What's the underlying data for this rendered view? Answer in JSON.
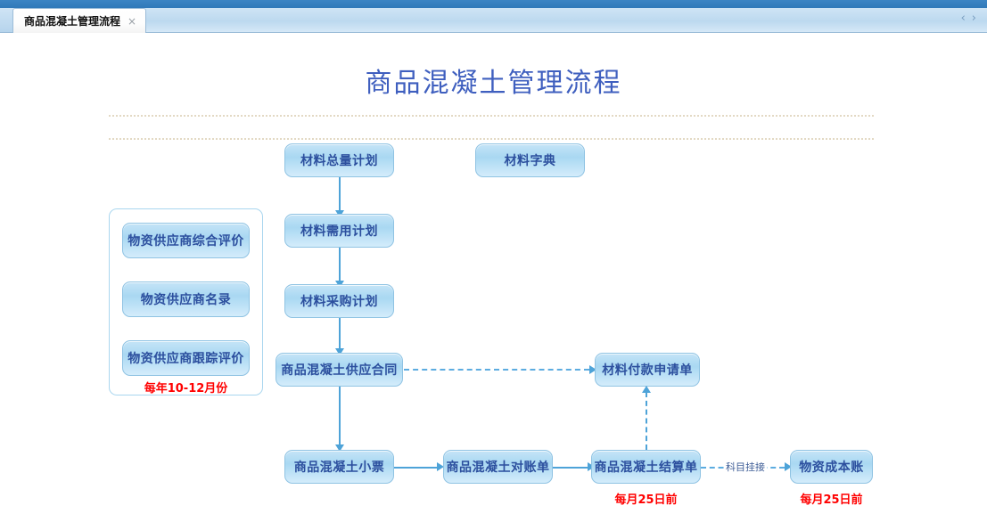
{
  "chrome": {
    "tab": {
      "label": "商品混凝土管理流程",
      "close_icon": "×"
    },
    "nav": {
      "prev": "‹",
      "next": "›"
    }
  },
  "diagram": {
    "title": "商品混凝土管理流程",
    "colors": {
      "title": "#3f5fbf",
      "node_fill_top": "#c5e4f7",
      "node_border": "#8fc3e3",
      "node_text": "#2c4f9e",
      "connector": "#4ea3d8",
      "note": "#ff0000",
      "rule": "#e3d9c4"
    },
    "nodes": {
      "material_total_plan": "材料总量计划",
      "material_dictionary": "材料字典",
      "material_demand_plan": "材料需用计划",
      "material_purchase_plan": "材料采购计划",
      "concrete_supply_contract": "商品混凝土供应合同",
      "material_payment_request": "材料付款申请单",
      "concrete_ticket": "商品混凝土小票",
      "concrete_reconciliation": "商品混凝土对账单",
      "concrete_settlement": "商品混凝土结算单",
      "material_cost_ledger": "物资成本账",
      "supplier_overall_eval": "物资供应商综合评价",
      "supplier_directory": "物资供应商名录",
      "supplier_tracking_eval": "物资供应商跟踪评价"
    },
    "notes": {
      "supplier_panel_note": "每年10-12月份",
      "settlement_note": "每月25日前",
      "cost_ledger_note": "每月25日前"
    },
    "edge_labels": {
      "account_link": "科目挂接"
    }
  }
}
